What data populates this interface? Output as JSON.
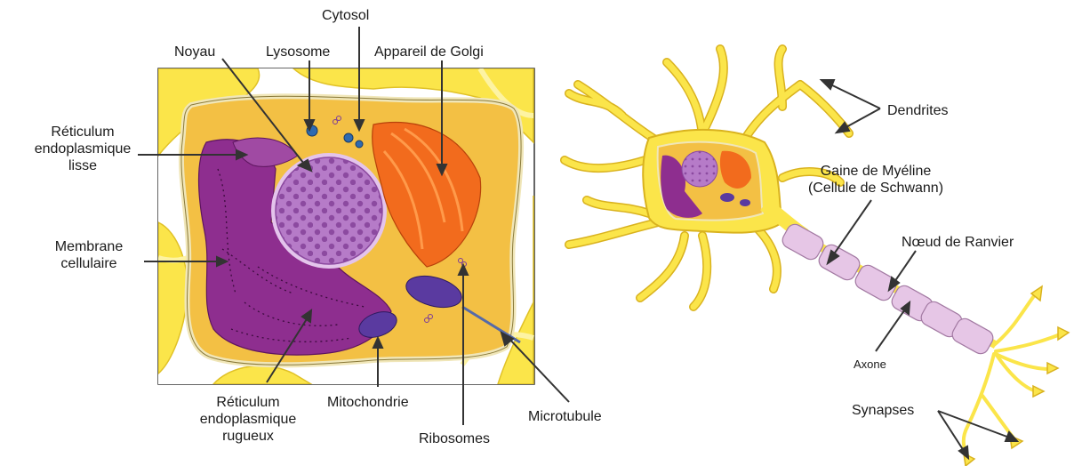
{
  "colors": {
    "cytoplasm_yellow": "#fbe54a",
    "cytoplasm_pale": "#fdf3a3",
    "interior": "#f3c044",
    "nucleus": "#b67bc8",
    "rough_er": "#8e2e8f",
    "smooth_er": "#a04aa3",
    "golgi": "#f26b1d",
    "mitochondria": "#5a3aa0",
    "myelin": "#e6c6e6",
    "leader_line": "#333333"
  },
  "left_cell": {
    "labels": {
      "cytosol": "Cytosol",
      "noyau": "Noyau",
      "lysosome": "Lysosome",
      "appareil_golgi": "Appareil de Golgi",
      "reticulum_lisse": [
        "Réticulum",
        "endoplasmique",
        "lisse"
      ],
      "membrane": [
        "Membrane",
        "cellulaire"
      ],
      "reticulum_rugueux": [
        "Réticulum",
        "endoplasmique",
        "rugueux"
      ],
      "mitochondrie": "Mitochondrie",
      "ribosomes": "Ribosomes",
      "microtubule": "Microtubule"
    }
  },
  "neuron": {
    "labels": {
      "dendrites": "Dendrites",
      "gaine": [
        "Gaine de Myéline",
        "(Cellule de Schwann)"
      ],
      "noeud": "Nœud de Ranvier",
      "axone": "Axone",
      "synapses": "Synapses"
    }
  }
}
